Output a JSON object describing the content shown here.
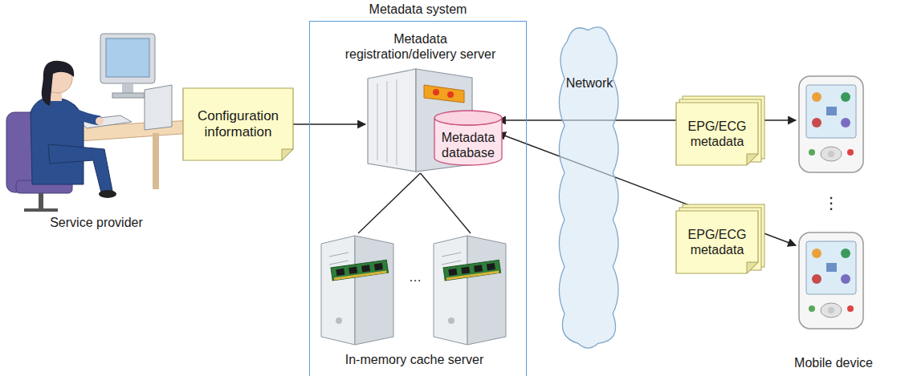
{
  "diagram": {
    "nodes": [
      {
        "text": [
          "Configuration information"
        ]
      },
      {
        "text": [
          "Metadata system"
        ]
      },
      {
        "text": [
          "Metadata registration/delivery server"
        ],
        "in": 1
      },
      {
        "text": [
          "Metadata database"
        ],
        "in": 1
      },
      {
        "text": [
          "In-memory cache server"
        ],
        "in": 1
      },
      {
        "text": [
          "Network"
        ]
      },
      {
        "text": [
          "EPG/ECG metadata"
        ]
      },
      {
        "text": [
          "EPG/ECG metadata"
        ]
      }
    ],
    "edges": [
      {
        "from": 0,
        "to": 2,
        "arrow": "to"
      },
      {
        "from": 2,
        "to": 4,
        "arrow": "none"
      }
    ],
    "labels": [
      "Service provider",
      "…",
      "⋮",
      "Mobile device"
    ]
  }
}
